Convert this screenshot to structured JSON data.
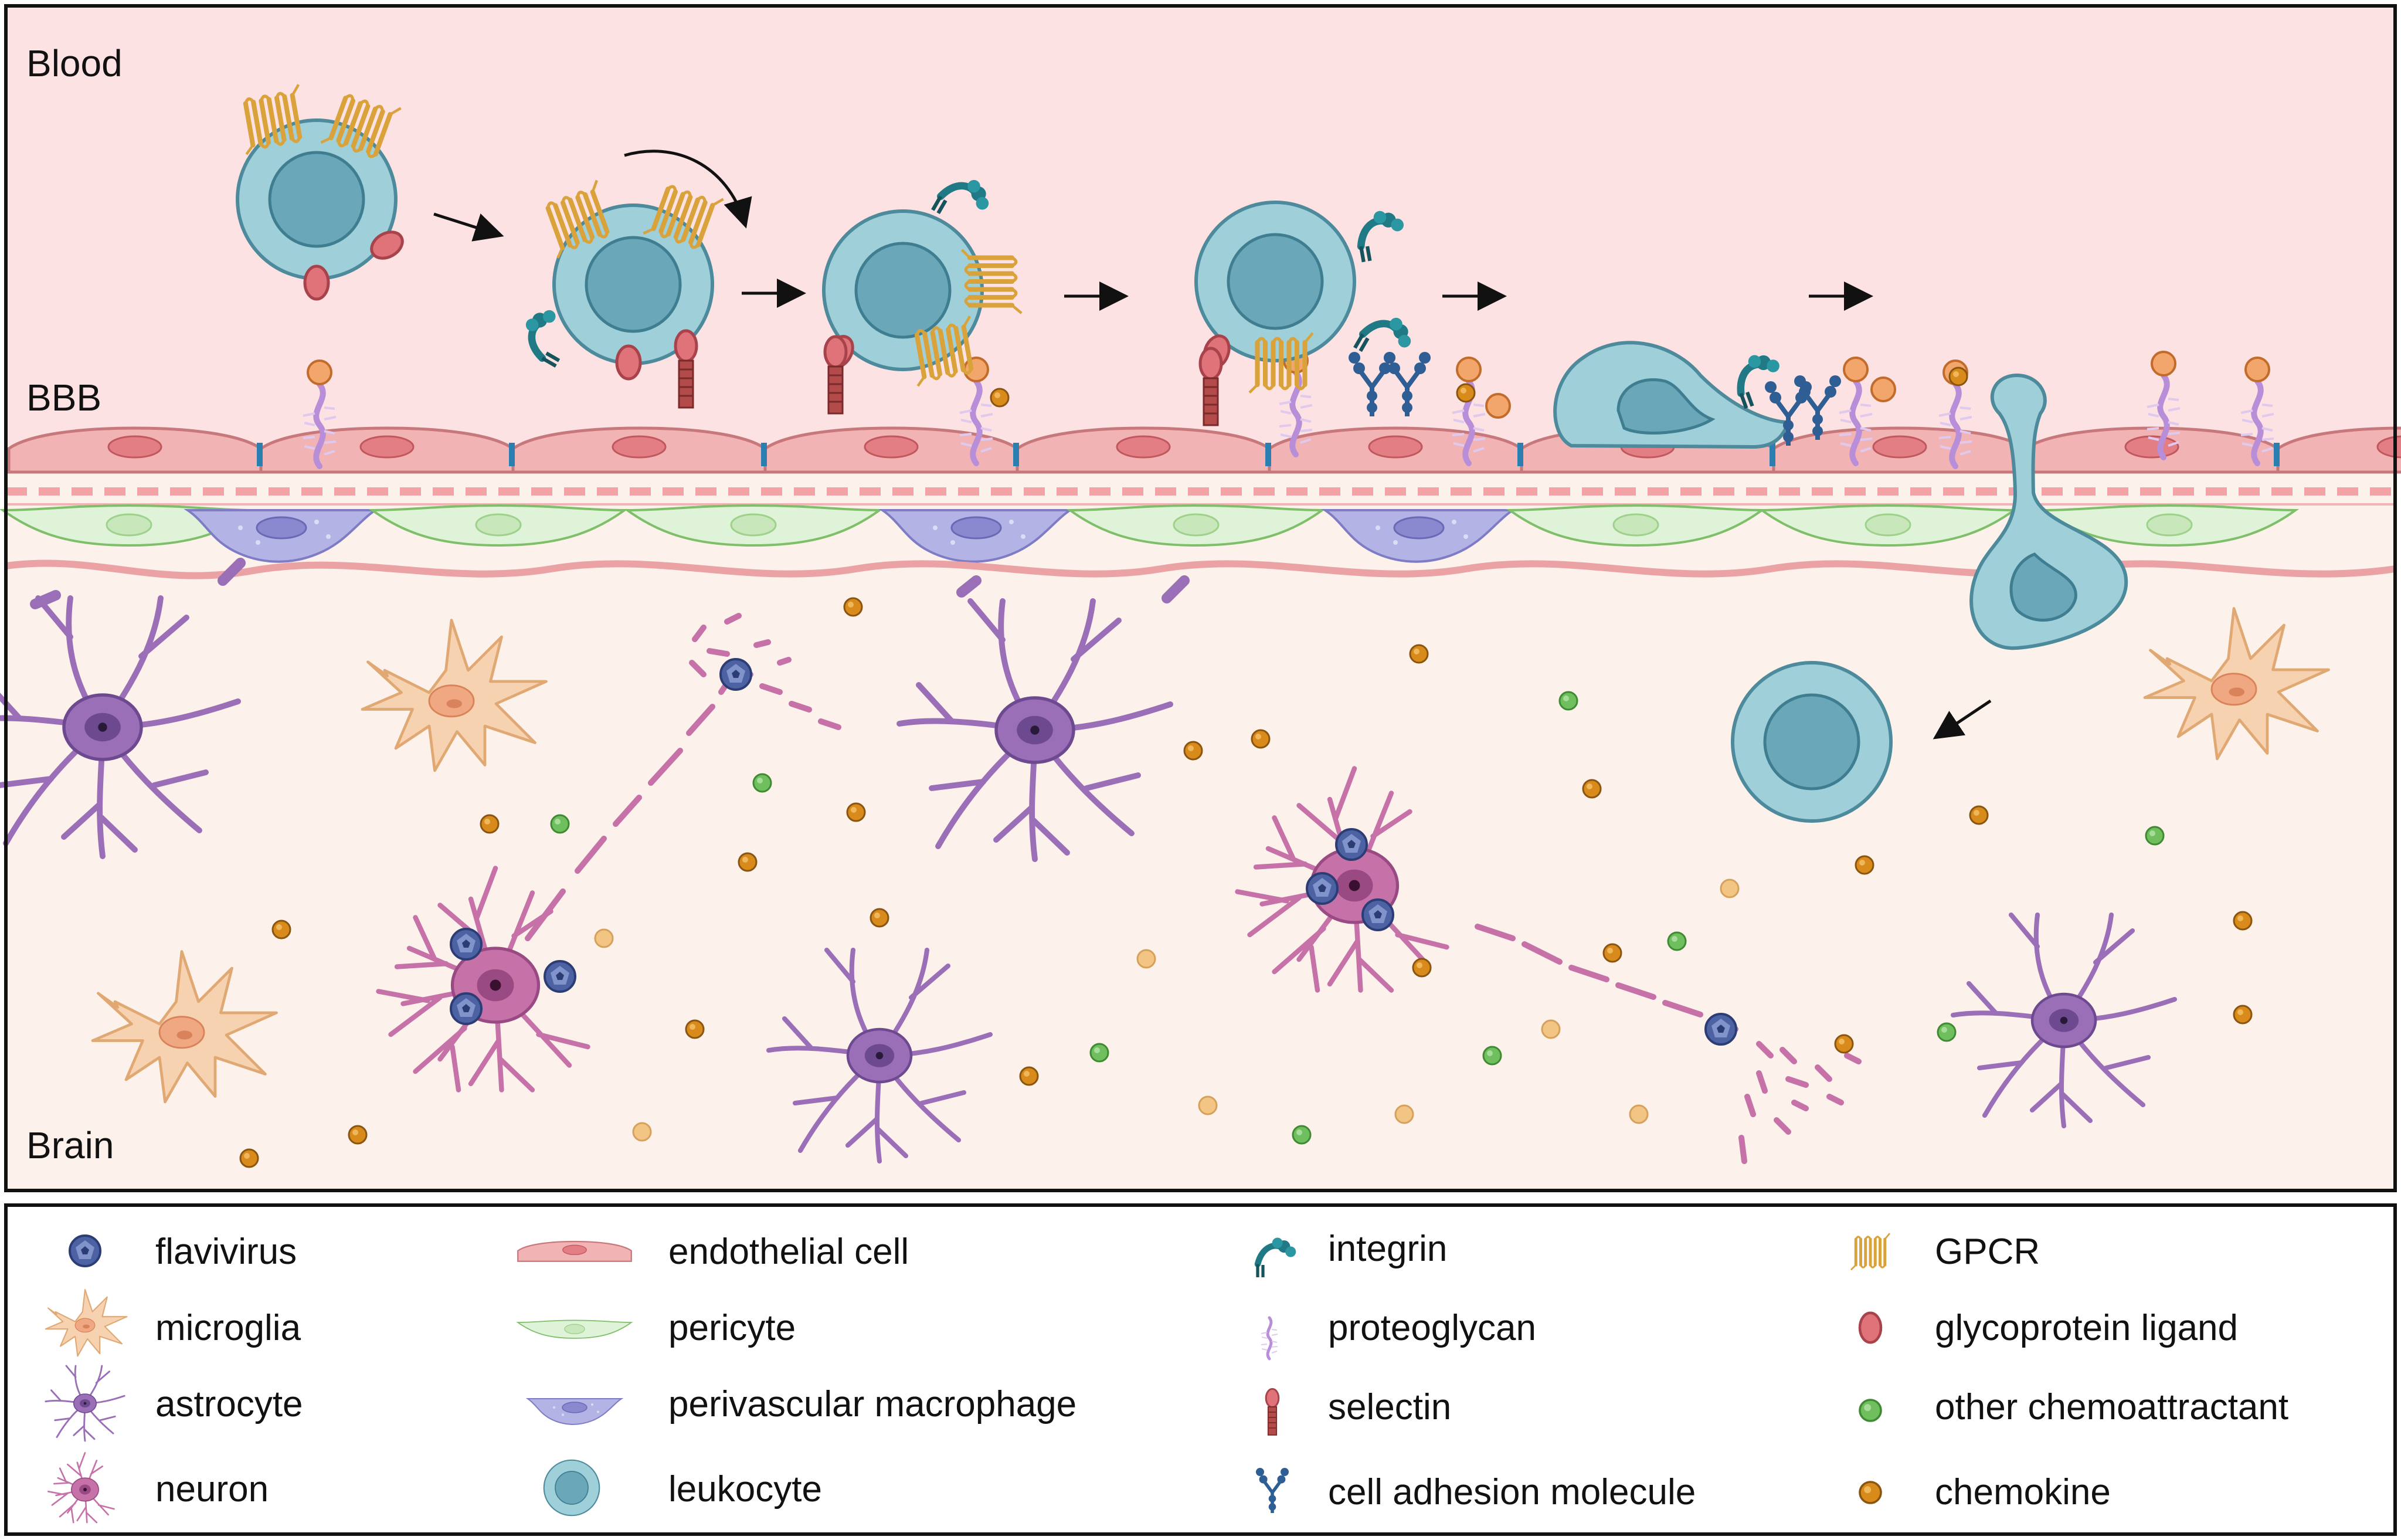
{
  "regions": {
    "blood": "Blood",
    "bbb": "BBB",
    "brain": "Brain"
  },
  "legend": [
    {
      "icon": "flavivirus-icon",
      "label": "flavivirus"
    },
    {
      "icon": "microglia-icon",
      "label": "microglia"
    },
    {
      "icon": "astrocyte-icon",
      "label": "astrocyte"
    },
    {
      "icon": "neuron-icon",
      "label": "neuron"
    },
    {
      "icon": "endothelial-cell-icon",
      "label": "endothelial cell"
    },
    {
      "icon": "pericyte-icon",
      "label": "pericyte"
    },
    {
      "icon": "perivascular-macrophage-icon",
      "label": "perivascular macrophage"
    },
    {
      "icon": "leukocyte-icon",
      "label": "leukocyte"
    },
    {
      "icon": "integrin-icon",
      "label": "integrin"
    },
    {
      "icon": "proteoglycan-icon",
      "label": "proteoglycan"
    },
    {
      "icon": "selectin-icon",
      "label": "selectin"
    },
    {
      "icon": "cell-adhesion-molecule-icon",
      "label": "cell adhesion molecule"
    },
    {
      "icon": "gpcr-icon",
      "label": "GPCR"
    },
    {
      "icon": "glycoprotein-ligand-icon",
      "label": "glycoprotein ligand"
    },
    {
      "icon": "other-chemoattractant-icon",
      "label": "other chemoattractant"
    },
    {
      "icon": "chemokine-icon",
      "label": "chemokine"
    }
  ],
  "colors": {
    "blood_bg": "#fde2e3",
    "brain_bg": "#fdf1ec",
    "endothelial": "#f2b3b5",
    "pericyte": "#dff3d8",
    "macrophage": "#b4b3e6",
    "leukocyte": "#9fd0da",
    "microglia": "#f7d2b0",
    "astrocyte": "#9a6fb8",
    "neuron": "#c672a8",
    "integrin": "#1f7a86",
    "selectin": "#b34b4b",
    "cam": "#2f5e95",
    "gpcr": "#d9a23b",
    "glycoprotein": "#e0737a",
    "other_chemoattractant": "#6fbf5e",
    "chemokine": "#d88a1b",
    "flavivirus": "#4d62a3"
  }
}
